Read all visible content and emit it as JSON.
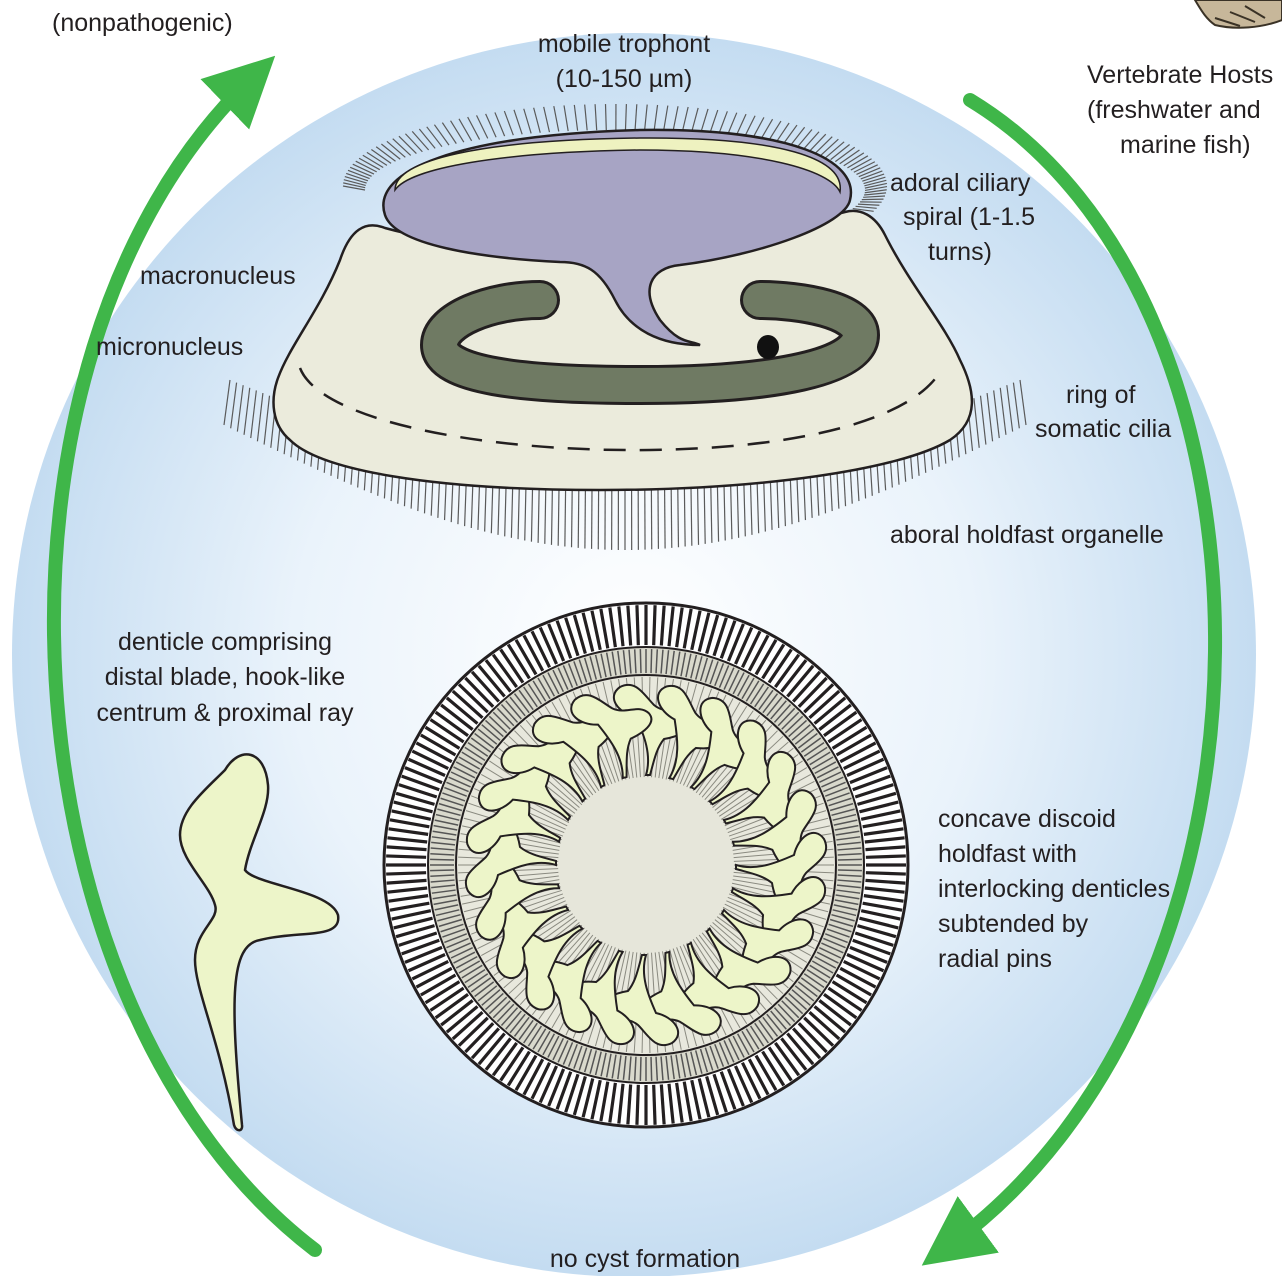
{
  "labels": {
    "top_left_partial": "(nonpathogenic)",
    "mobile_trophont": "mobile trophont",
    "trophont_size": "(10-150 µm)",
    "hosts_title": "Vertebrate Hosts",
    "hosts_line2": "(freshwater and",
    "hosts_line3": "marine fish)",
    "adoral_1": "adoral ciliary",
    "adoral_2": "spiral (1-1.5",
    "adoral_3": "turns)",
    "macronucleus": "macronucleus",
    "micronucleus": "micronucleus",
    "ring_1": "ring of",
    "ring_2": "somatic cilia",
    "aboral": "aboral holdfast organelle",
    "denticle_1": "denticle comprising",
    "denticle_2": "distal blade, hook-like",
    "denticle_3": "centrum & proximal ray",
    "discoid_1": "concave discoid",
    "discoid_2": "holdfast with",
    "discoid_3": "interlocking denticles",
    "discoid_4": "subtended by",
    "discoid_5": "radial pins",
    "bottom": "no cyst formation"
  },
  "colors": {
    "arrow_green": "#3fb649",
    "background_blue": "#c9dff2",
    "cell_body": "#ebebdc",
    "oral_disc": "#a7a4c4",
    "oral_rim": "#eef2c0",
    "macronucleus_fill": "#6f7a63",
    "denticle_fill": "#edf5c9",
    "outline": "#231f20"
  },
  "icons": [
    "fish-fin-icon"
  ]
}
